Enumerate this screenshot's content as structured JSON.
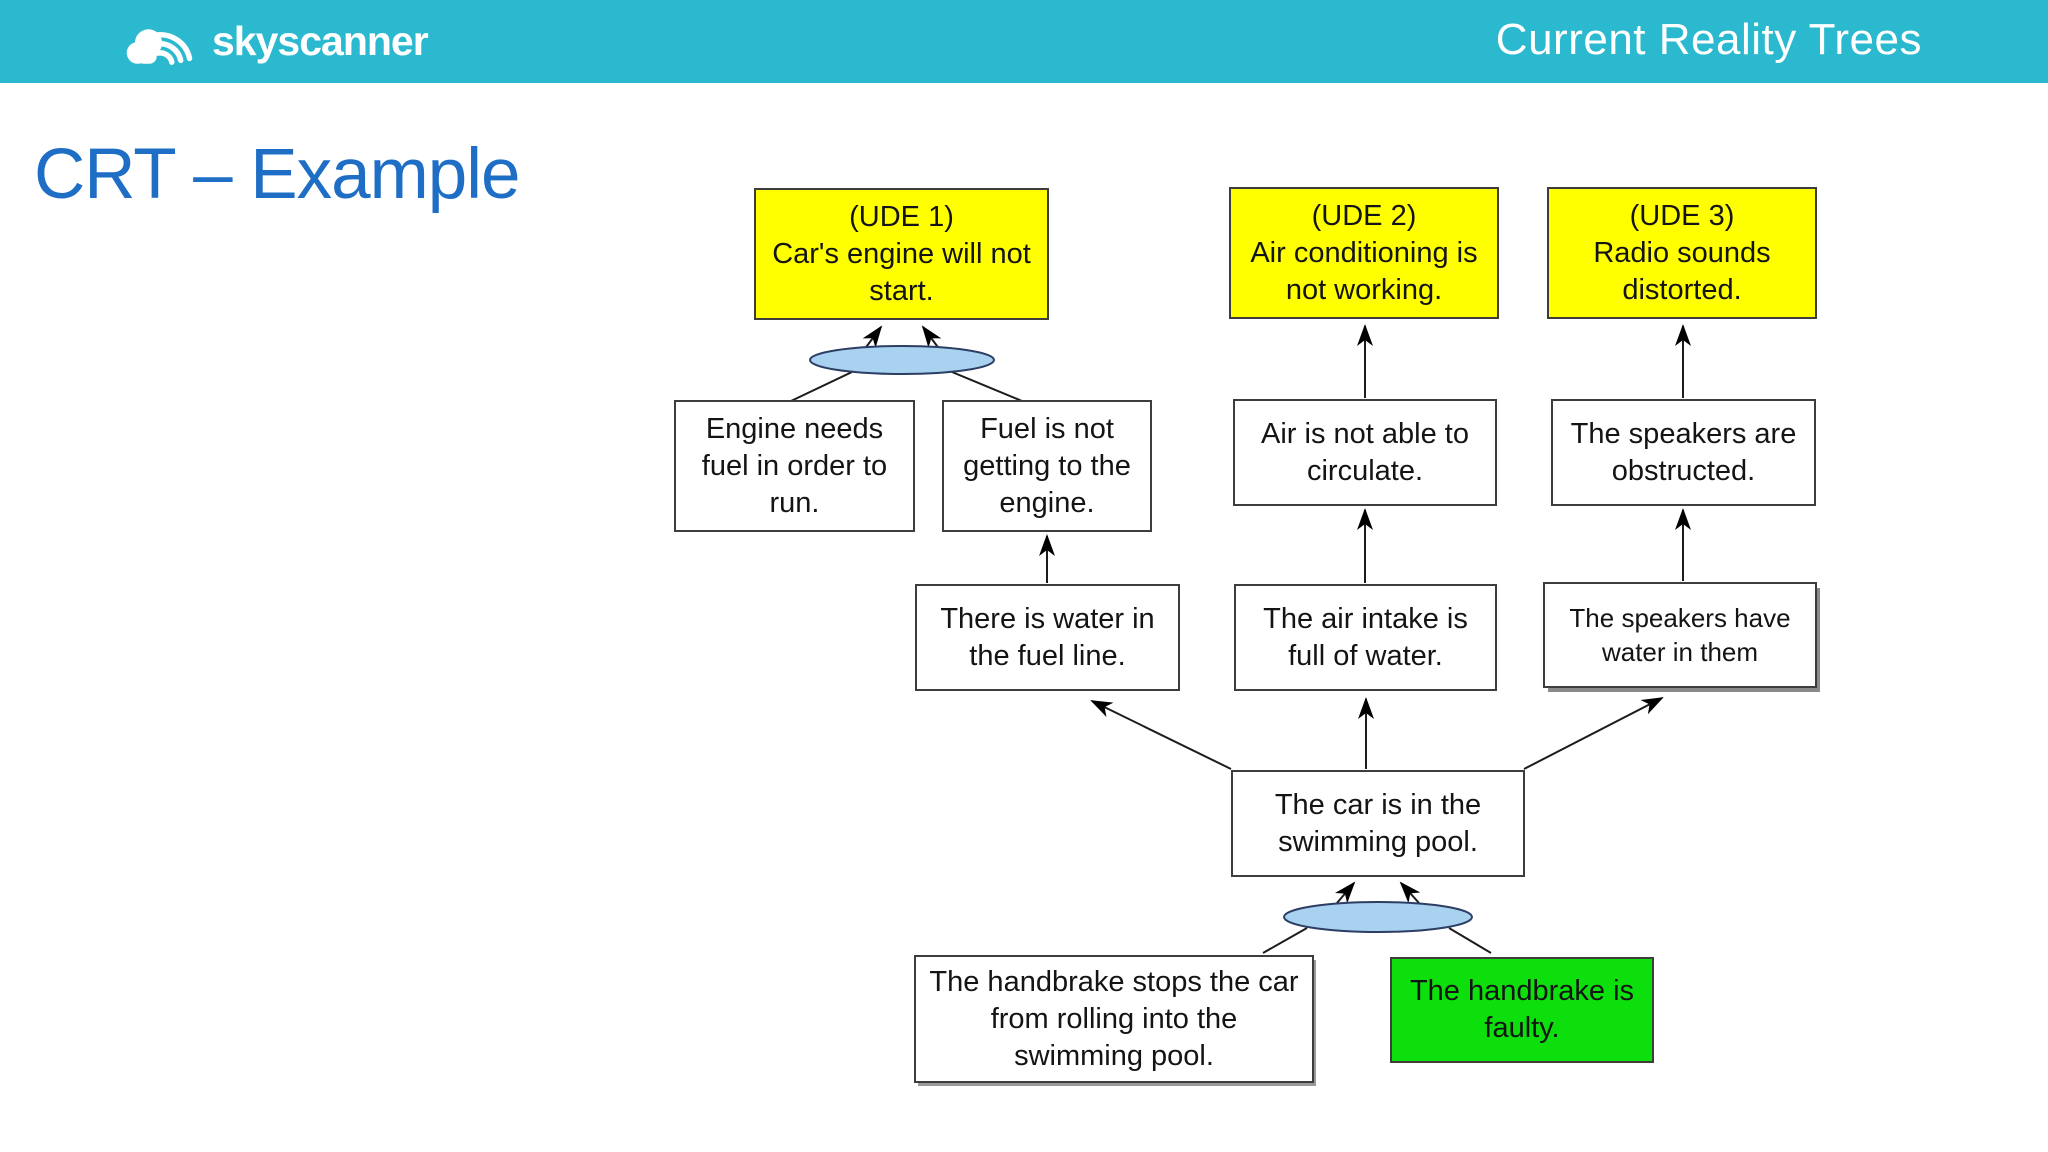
{
  "header": {
    "brand_text": "skyscanner",
    "title": "Current Reality Trees"
  },
  "slide": {
    "title": "CRT – Example"
  },
  "colors": {
    "header_bg": "#2bb9d0",
    "title_blue": "#1e6ec6",
    "ude_yellow": "#ffff00",
    "cause_green": "#0ddf0d",
    "and_ellipse": "#a9d2f0"
  },
  "diagram": {
    "ude1": {
      "tag": "(UDE 1)",
      "text": "Car's engine will not start."
    },
    "ude2": {
      "tag": "(UDE 2)",
      "text": "Air conditioning is not working."
    },
    "ude3": {
      "tag": "(UDE 3)",
      "text": "Radio sounds distorted."
    },
    "engine_fuel": {
      "text": "Engine needs fuel in order to run."
    },
    "fuel_not_getting": {
      "text": "Fuel is not getting to the engine."
    },
    "air_not_circulate": {
      "text": "Air is not able to circulate."
    },
    "speakers_obstructed": {
      "text": "The speakers are obstructed."
    },
    "water_fuel_line": {
      "text": "There is water in the fuel line."
    },
    "air_intake_water": {
      "text": "The air intake is full of water."
    },
    "speakers_have_water": {
      "text": "The speakers have water in them"
    },
    "car_in_pool": {
      "text": "The car is in the swimming pool."
    },
    "handbrake_stops": {
      "text": "The handbrake stops the car from rolling into the swimming pool."
    },
    "handbrake_faulty": {
      "text": "The handbrake is faulty."
    }
  }
}
